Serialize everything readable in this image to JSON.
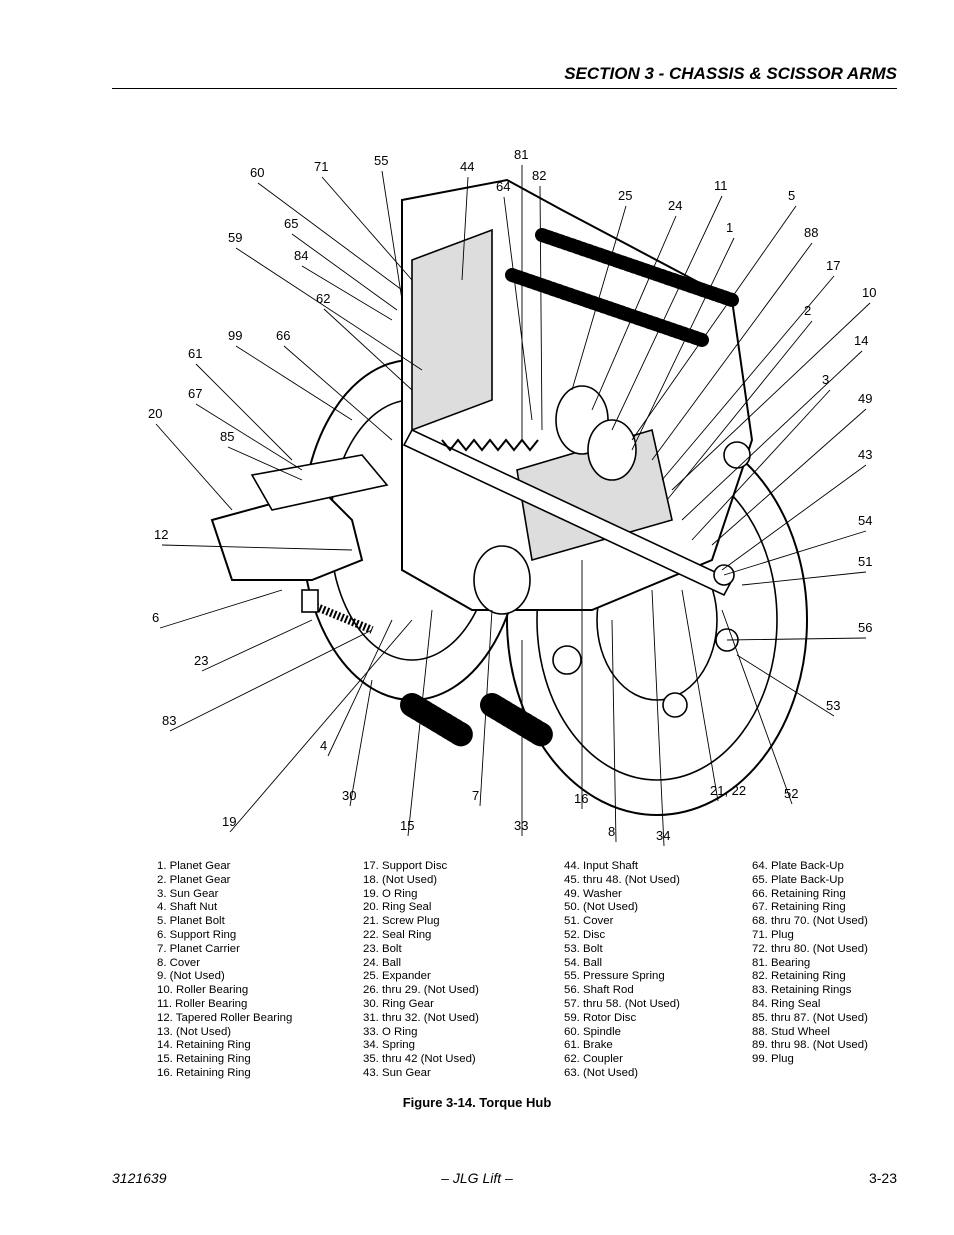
{
  "header": {
    "section_title": "SECTION 3 - CHASSIS & SCISSOR ARMS"
  },
  "figure": {
    "caption": "Figure 3-14.  Torque Hub",
    "callouts": [
      "60",
      "71",
      "55",
      "44",
      "81",
      "64",
      "82",
      "25",
      "24",
      "11",
      "5",
      "1",
      "88",
      "17",
      "10",
      "2",
      "14",
      "3",
      "49",
      "43",
      "54",
      "51",
      "56",
      "53",
      "65",
      "59",
      "84",
      "62",
      "99",
      "66",
      "61",
      "67",
      "20",
      "85",
      "12",
      "6",
      "23",
      "83",
      "4",
      "30",
      "19",
      "15",
      "7",
      "33",
      "16",
      "8",
      "34",
      "21, 22",
      "52"
    ]
  },
  "legend": [
    [
      "1.  Planet Gear",
      "2.  Planet Gear",
      "3.  Sun Gear",
      "4.  Shaft Nut",
      "5.  Planet Bolt",
      "6.  Support Ring",
      "7.  Planet Carrier",
      "8.  Cover",
      "9.  (Not Used)",
      "10.  Roller Bearing",
      "11.  Roller Bearing",
      "12.  Tapered Roller Bearing",
      "13.  (Not Used)",
      "14.  Retaining Ring",
      "15.  Retaining Ring",
      "16.  Retaining Ring"
    ],
    [
      "17.  Support Disc",
      "18.  (Not Used)",
      "19.  O Ring",
      "20.  Ring Seal",
      "21.  Screw Plug",
      "22.  Seal Ring",
      "23.  Bolt",
      "24.  Ball",
      "25.  Expander",
      "26. thru 29. (Not Used)",
      "30.  Ring Gear",
      "31. thru 32. (Not Used)",
      "33.  O Ring",
      "34.  Spring",
      "35. thru 42 (Not Used)",
      "43.  Sun Gear"
    ],
    [
      "44.  Input Shaft",
      "45. thru 48. (Not Used)",
      "49.  Washer",
      "50.  (Not Used)",
      "51.  Cover",
      "52.  Disc",
      "53.  Bolt",
      "54.  Ball",
      "55.  Pressure Spring",
      "56.  Shaft Rod",
      "57. thru 58. (Not Used)",
      "59.  Rotor Disc",
      "60.  Spindle",
      "61.  Brake",
      "62.  Coupler",
      "63.  (Not Used)"
    ],
    [
      "64.  Plate Back-Up",
      "65.  Plate Back-Up",
      "66.  Retaining Ring",
      "67.  Retaining Ring",
      "68. thru 70. (Not Used)",
      "71.  Plug",
      "72. thru 80. (Not Used)",
      "81.  Bearing",
      "82.  Retaining Ring",
      "83.  Retaining Rings",
      "84.  Ring Seal",
      "85. thru 87. (Not Used)",
      "88.  Stud Wheel",
      "89. thru 98. (Not Used)",
      "99.  Plug"
    ]
  ],
  "footer": {
    "doc_number": "3121639",
    "publisher": "– JLG Lift –",
    "page_number": "3-23"
  }
}
